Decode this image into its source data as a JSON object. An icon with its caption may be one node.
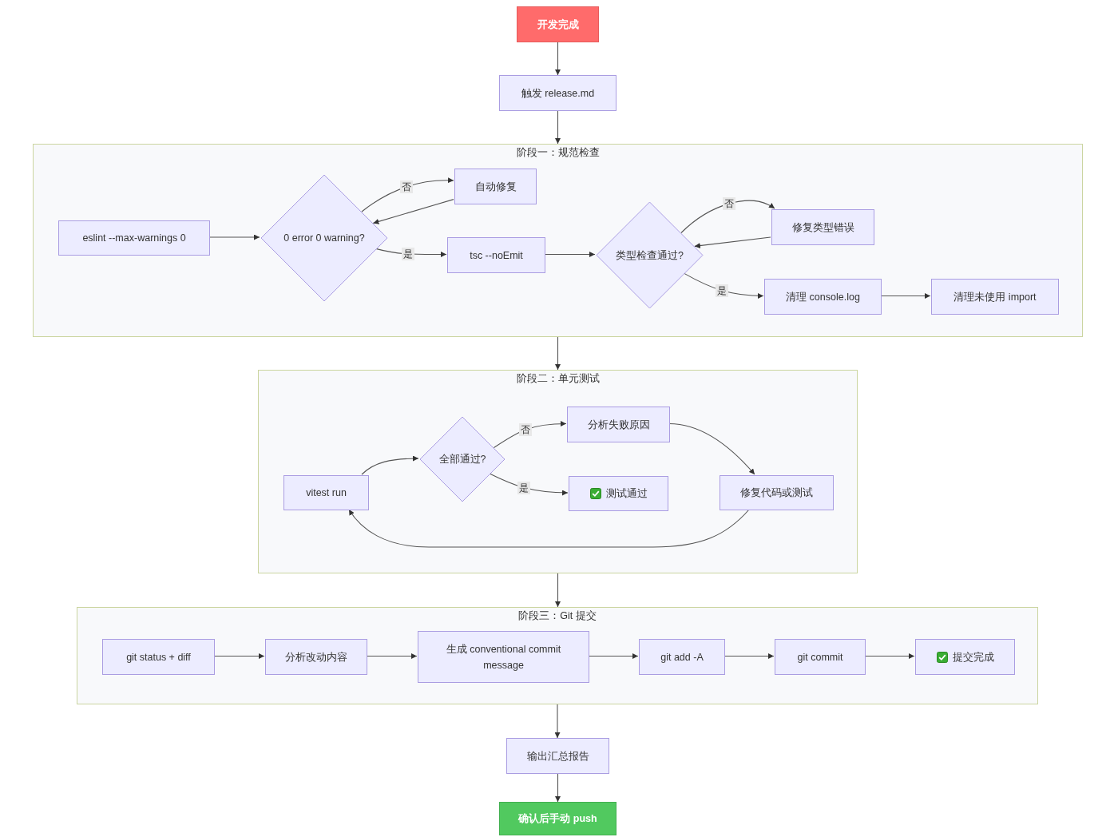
{
  "diagram": {
    "nodes": [
      {
        "text": [
          "开发完成"
        ]
      },
      {
        "text": [
          "触发 release.md"
        ]
      },
      {
        "text": [
          "阶段一：规范检查"
        ]
      },
      {
        "text": [
          "eslint --max-warnings 0"
        ],
        "in": 2
      },
      {
        "text": [
          "0 error 0 warning?"
        ],
        "in": 2
      },
      {
        "text": [
          "自动修复"
        ],
        "in": 2
      },
      {
        "text": [
          "tsc --noEmit"
        ],
        "in": 2
      },
      {
        "text": [
          "类型检查通过?"
        ],
        "in": 2
      },
      {
        "text": [
          "修复类型错误"
        ],
        "in": 2
      },
      {
        "text": [
          "清理 console.log"
        ],
        "in": 2
      },
      {
        "text": [
          "清理未使用 import"
        ],
        "in": 2
      },
      {
        "text": [
          "阶段二：单元测试"
        ]
      },
      {
        "text": [
          "vitest run"
        ],
        "in": 11
      },
      {
        "text": [
          "全部通过?"
        ],
        "in": 11
      },
      {
        "text": [
          "分析失败原因"
        ],
        "in": 11
      },
      {
        "text": [
          "测试通过"
        ],
        "in": 11
      },
      {
        "text": [
          "修复代码或测试"
        ],
        "in": 11
      },
      {
        "text": [
          "阶段三：Git 提交"
        ]
      },
      {
        "text": [
          "git status + diff"
        ],
        "in": 17
      },
      {
        "text": [
          "分析改动内容"
        ],
        "in": 17
      },
      {
        "text": [
          "生成 conventional commit message"
        ],
        "in": 17
      },
      {
        "text": [
          "git add -A"
        ],
        "in": 17
      },
      {
        "text": [
          "git commit"
        ],
        "in": 17
      },
      {
        "text": [
          "提交完成"
        ],
        "in": 17
      },
      {
        "text": [
          "输出汇总报告"
        ]
      },
      {
        "text": [
          "确认后手动 push"
        ]
      }
    ],
    "edges": [
      {
        "from": 0,
        "to": 1,
        "arrow": "to"
      },
      {
        "from": 1,
        "to": 2,
        "arrow": "to"
      },
      {
        "from": 2,
        "to": 11,
        "arrow": "to"
      },
      {
        "from": 11,
        "to": 17,
        "arrow": "to"
      },
      {
        "from": 17,
        "to": 24,
        "arrow": "to"
      },
      {
        "from": 24,
        "to": 25,
        "arrow": "to"
      },
      {
        "from": 3,
        "to": 4,
        "arrow": "to"
      },
      {
        "from": 4,
        "to": 5,
        "arrow": "to",
        "label": "否"
      },
      {
        "from": 5,
        "to": 4,
        "arrow": "to"
      },
      {
        "from": 4,
        "to": 6,
        "arrow": "to",
        "label": "是"
      },
      {
        "from": 6,
        "to": 7,
        "arrow": "to"
      },
      {
        "from": 7,
        "to": 8,
        "arrow": "to",
        "label": "否"
      },
      {
        "from": 8,
        "to": 7,
        "arrow": "to"
      },
      {
        "from": 7,
        "to": 9,
        "arrow": "to",
        "label": "是"
      },
      {
        "from": 9,
        "to": 10,
        "arrow": "to"
      },
      {
        "from": 12,
        "to": 13,
        "arrow": "to"
      },
      {
        "from": 13,
        "to": 14,
        "arrow": "to",
        "label": "否"
      },
      {
        "from": 13,
        "to": 15,
        "arrow": "to",
        "label": "是"
      },
      {
        "from": 14,
        "to": 16,
        "arrow": "to"
      },
      {
        "from": 16,
        "to": 12,
        "arrow": "to"
      },
      {
        "from": 18,
        "to": 19,
        "arrow": "to"
      },
      {
        "from": 19,
        "to": 20,
        "arrow": "to"
      },
      {
        "from": 20,
        "to": 21,
        "arrow": "to"
      },
      {
        "from": 21,
        "to": 22,
        "arrow": "to"
      },
      {
        "from": 22,
        "to": 23,
        "arrow": "to"
      }
    ]
  }
}
